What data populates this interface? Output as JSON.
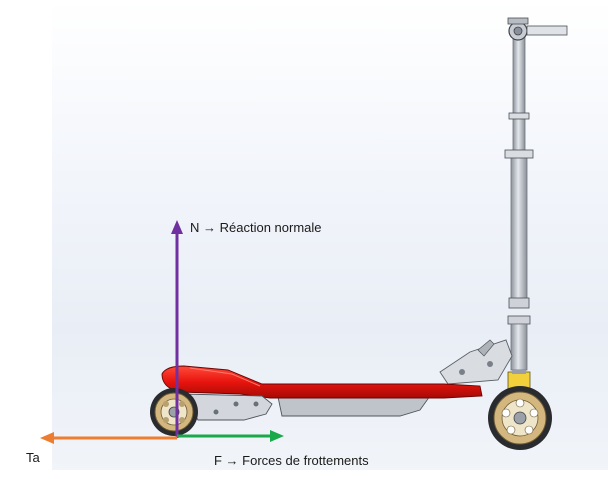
{
  "labels": {
    "normal": "N → Réaction normale",
    "friction": "F → Forces de frottements",
    "ta": "Ta"
  },
  "colors": {
    "normal_arrow": "#7030a0",
    "friction_arrow": "#19a84a",
    "ta_arrow": "#ed7d31",
    "deck": "#e8140e",
    "frame": "#b9bec7",
    "wheel_rim": "#d4b77e"
  }
}
